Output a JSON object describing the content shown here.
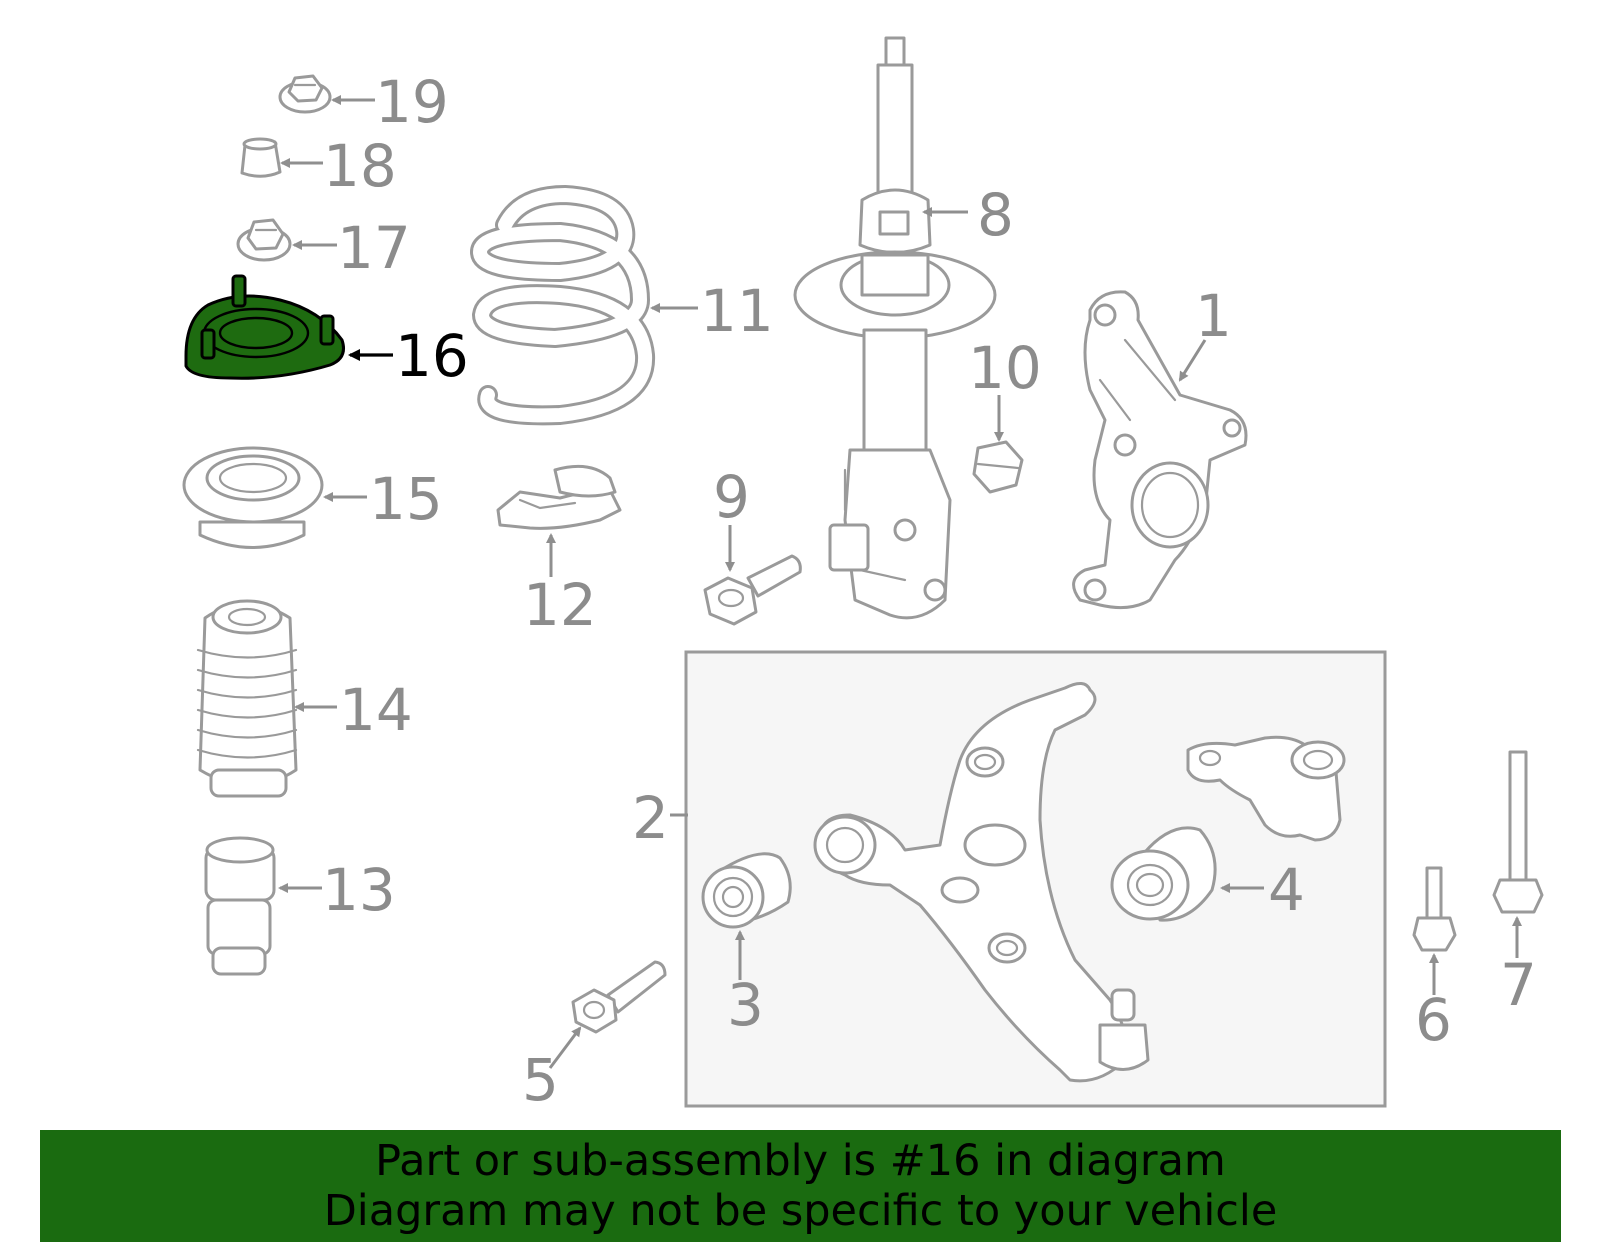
{
  "diagram": {
    "highlighted_part": "16",
    "callouts": [
      "1",
      "2",
      "3",
      "4",
      "5",
      "6",
      "7",
      "8",
      "9",
      "10",
      "11",
      "12",
      "13",
      "14",
      "15",
      "16",
      "17",
      "18",
      "19"
    ],
    "colors": {
      "highlight_fill": "#1e6b10",
      "banner_background": "#1a6b10",
      "part_outline": "#9a9a9a",
      "callout_text": "#8c8c8c",
      "highlight_callout_text": "#000000"
    }
  },
  "banner": {
    "line1": "Part or sub-assembly is #16 in diagram",
    "line2": "Diagram may not be specific to your vehicle"
  }
}
